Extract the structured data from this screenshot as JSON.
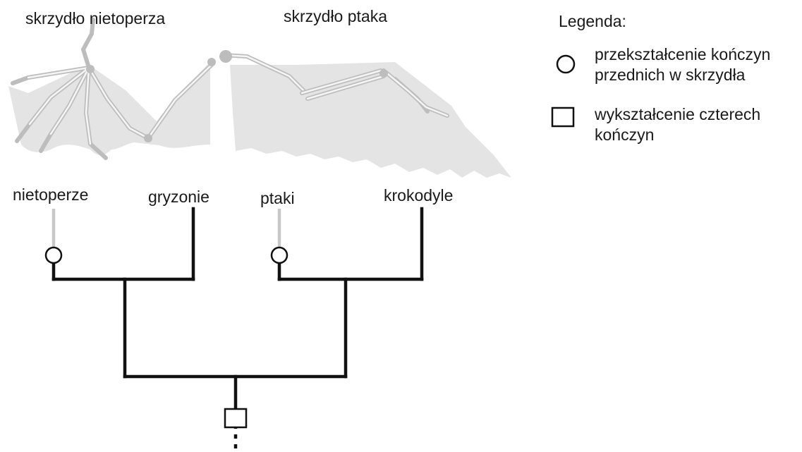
{
  "wings": {
    "bat_wing_label": "skrzydło nietoperza",
    "bird_wing_label": "skrzydło ptaka"
  },
  "taxa": [
    "nietoperze",
    "gryzonie",
    "ptaki",
    "krokodyle"
  ],
  "legend": {
    "title": "Legenda:",
    "items": [
      {
        "shape": "circle",
        "line1": "przekształcenie kończyn",
        "line2": "przednich w skrzydła"
      },
      {
        "shape": "square",
        "line1": "wykształcenie czterech",
        "line2": "kończyn"
      }
    ]
  },
  "tree": {
    "newick": "((nietoperze, gryzonie), (ptaki, krokodyle))",
    "markers": [
      {
        "type": "circle",
        "on_branch": "nietoperze",
        "meaning": "przekształcenie kończyn przednich w skrzydła"
      },
      {
        "type": "circle",
        "on_branch": "ptaki",
        "meaning": "przekształcenie kończyn przednich w skrzydła"
      },
      {
        "type": "square",
        "on_branch": "root",
        "meaning": "wykształcenie czterech kończyn"
      }
    ],
    "colors": {
      "branch": "#111111",
      "wing_branch": "#c8c8c8"
    }
  }
}
